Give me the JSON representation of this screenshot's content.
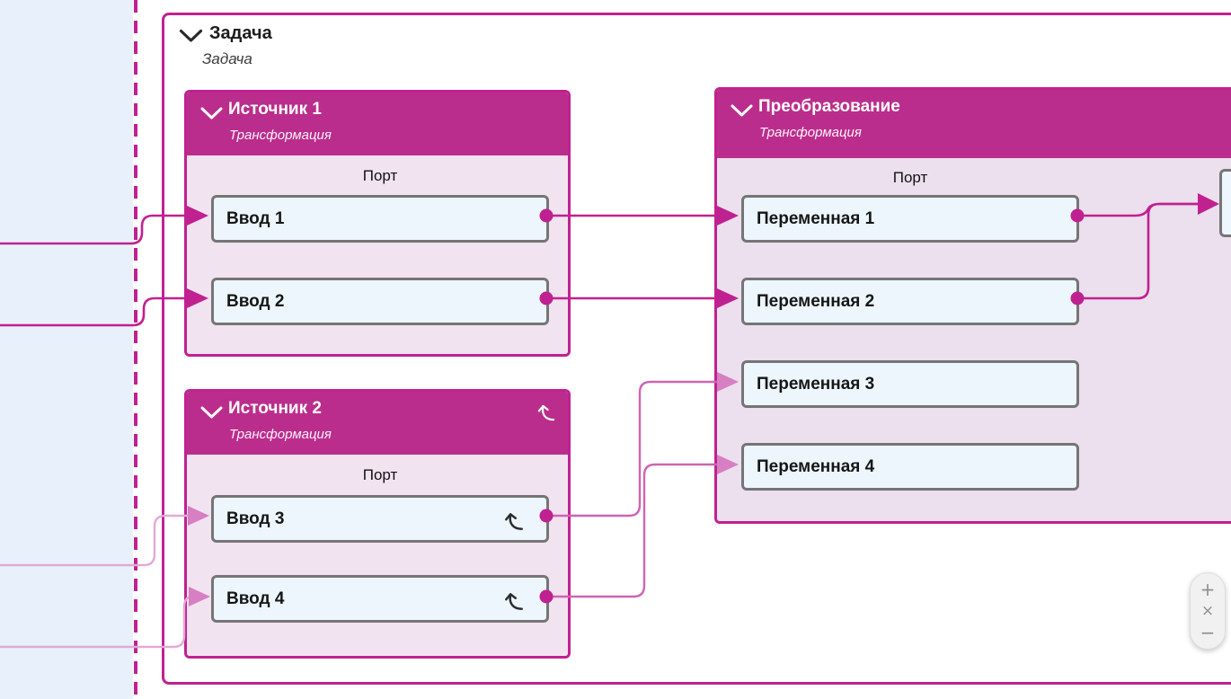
{
  "group": {
    "title": "Задача",
    "subtitle": "Задача"
  },
  "nodes": [
    {
      "title": "Источник 1",
      "subtitle": "Трансформация",
      "ports_header": "Порт",
      "ports": [
        {
          "label": "Ввод 1"
        },
        {
          "label": "Ввод 2"
        }
      ]
    },
    {
      "title": "Источник 2",
      "subtitle": "Трансформация",
      "ports_header": "Порт",
      "ports": [
        {
          "label": "Ввод 3"
        },
        {
          "label": "Ввод 4"
        }
      ]
    },
    {
      "title": "Преобразование",
      "subtitle": "Трансформация",
      "ports_header": "Порт",
      "ports": [
        {
          "label": "Переменная 1"
        },
        {
          "label": "Переменная 2"
        },
        {
          "label": "Переменная 3"
        },
        {
          "label": "Переменная 4"
        }
      ]
    }
  ],
  "zoom_controls": {
    "zoom_in_label": "+",
    "reset_label": "×",
    "zoom_out_label": "−"
  },
  "colors": {
    "accent": "#c02190",
    "header_bg": "#bb2d8c",
    "body_source": "#f2e3f1",
    "body_transform": "#ecdfee",
    "port_fill": "#edf6fd",
    "port_border": "#757575",
    "line_light": "#e3a9d7",
    "line_mid": "#cf63b2",
    "arrow_light": "#d77fc2",
    "panel_blue": "#e8f1fb",
    "zoom_bg": "#f1f1f1",
    "zoom_icon": "#8f8f8f"
  }
}
